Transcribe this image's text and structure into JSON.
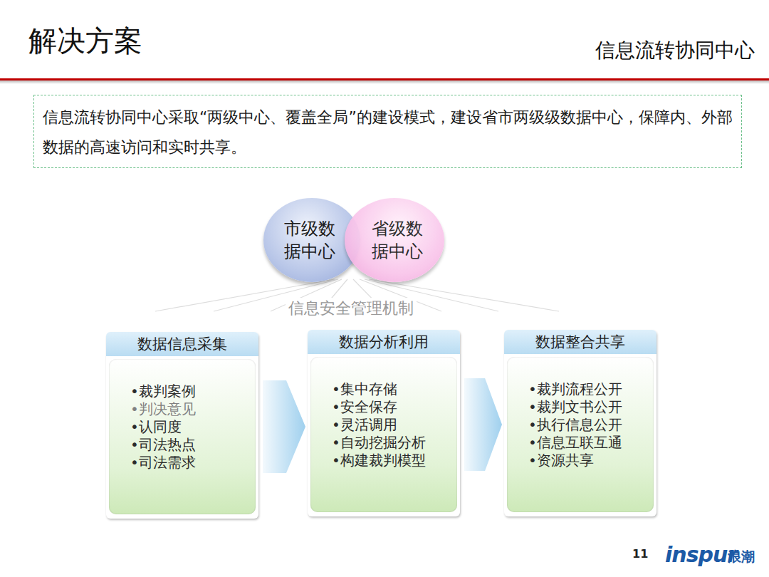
{
  "diagram": {
    "title": "解决方案",
    "nodes": [
      {
        "text": [
          "信息流转协同中心采取“两级中心、覆盖全局”的建设模式，建设省市两级级数据中心，保障内、外部数据的高速访问和实时共享。"
        ]
      },
      {
        "text": [
          "市级数据中心"
        ]
      },
      {
        "text": [
          "省级数据中心"
        ]
      },
      {
        "text": [
          "数据信息采集",
          "•裁判案例",
          "•判决意见",
          "•认同度",
          "•司法热点",
          "•司法需求"
        ]
      },
      {
        "text": [
          "数据分析利用",
          "•集中存储",
          "•安全保存",
          "•灵活调用",
          "•自动挖掘分析",
          "•构建裁判模型"
        ]
      },
      {
        "text": [
          "数据整合共享",
          "•裁判流程公开",
          "•裁判文书公开",
          "•执行信息公开",
          "•信息互联互通",
          "•资源共享"
        ]
      }
    ],
    "edges": [
      {
        "from": 3,
        "to": 4,
        "arrow": "to"
      },
      {
        "from": 4,
        "to": 5,
        "arrow": "to"
      }
    ],
    "labels": [
      "信息流转协同中心",
      "信息安全管理机制",
      "11",
      "inspur",
      "浪潮"
    ]
  }
}
